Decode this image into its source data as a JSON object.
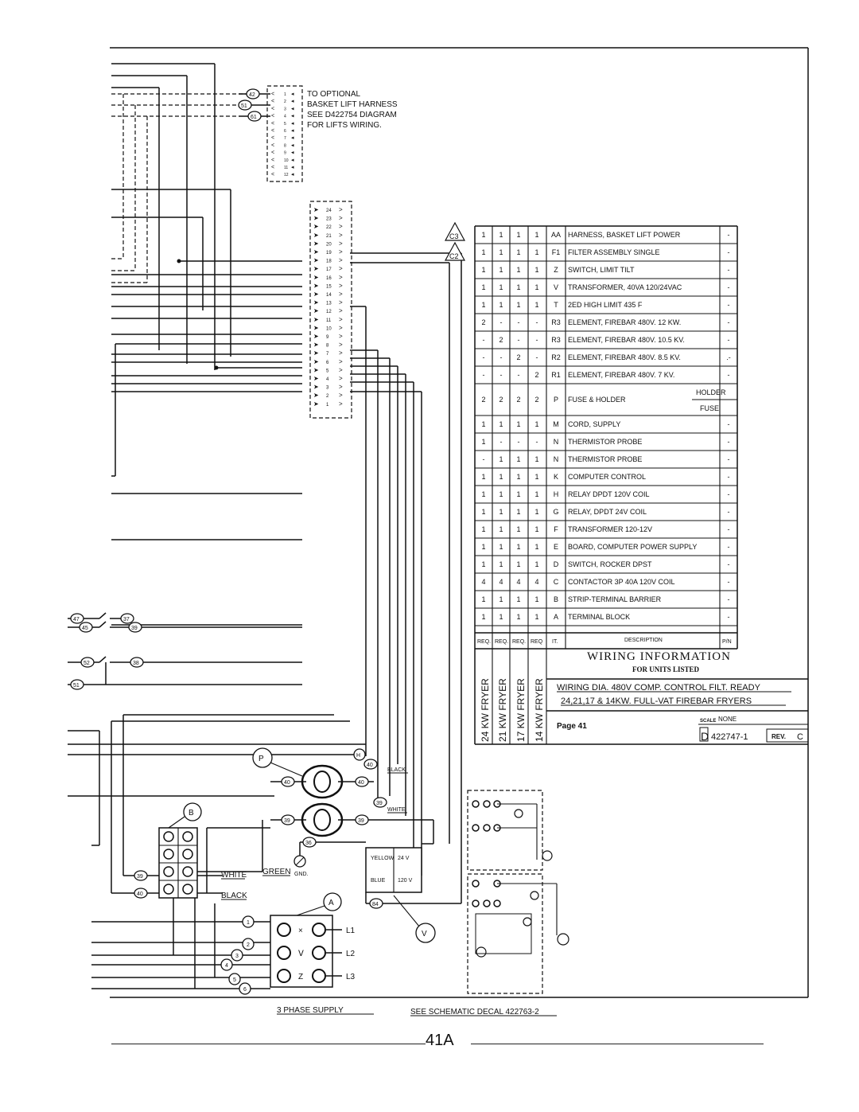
{
  "optional_note": [
    "TO OPTIONAL",
    "BASKET LIFT HARNESS",
    "SEE D422754 DIAGRAM",
    "FOR LIFTS WIRING."
  ],
  "wire_labels": {
    "w42": "42",
    "w51": "51",
    "w61": "61",
    "w47": "47",
    "w45": "45",
    "w37": "37",
    "w39a": "39",
    "w52": "52",
    "w38": "38",
    "w51b": "51",
    "w40": "40",
    "w40b": "40",
    "w39b": "39",
    "w39c": "39",
    "w39d": "39",
    "w40c": "40",
    "w36": "36",
    "w84": "84"
  },
  "connector_pins_small": [
    "1",
    "2",
    "3",
    "4",
    "5",
    "6",
    "7",
    "8",
    "9",
    "10",
    "11",
    "12"
  ],
  "connector_pins_large": [
    "24",
    "23",
    "22",
    "21",
    "20",
    "19",
    "18",
    "17",
    "16",
    "15",
    "14",
    "13",
    "12",
    "11",
    "10",
    "9",
    "8",
    "7",
    "6",
    "5",
    "4",
    "3",
    "2",
    "1"
  ],
  "callouts": {
    "c3": "C3",
    "c2": "C2",
    "p": "P",
    "h": "H",
    "b": "B",
    "a": "A",
    "v": "V"
  },
  "terms": [
    "1",
    "2",
    "3",
    "4",
    "5",
    "6"
  ],
  "phase_labels": [
    "L1",
    "L2",
    "L3"
  ],
  "wire_color_labels": {
    "black": "BLACK",
    "white": "WHITE",
    "green": "GREEN",
    "gnd": "GND.",
    "white2": "WHITE",
    "black2": "BLACK"
  },
  "transformer_labels": [
    "YELLOW",
    "BLUE",
    "24 V",
    "120 V"
  ],
  "bottom_labels": {
    "supply": "3 PHASE SUPPLY",
    "schematic": "SEE SCHEMATIC DECAL 422763-2"
  },
  "parts_table": {
    "rows": [
      {
        "q": [
          "1",
          "1",
          "1",
          "1"
        ],
        "item": "AA",
        "desc": "HARNESS, BASKET LIFT POWER",
        "pn": "-"
      },
      {
        "q": [
          "1",
          "1",
          "1",
          "1"
        ],
        "item": "F1",
        "desc": "FILTER ASSEMBLY SINGLE",
        "pn": "-"
      },
      {
        "q": [
          "1",
          "1",
          "1",
          "1"
        ],
        "item": "Z",
        "desc": "SWITCH, LIMIT TILT",
        "pn": "-"
      },
      {
        "q": [
          "1",
          "1",
          "1",
          "1"
        ],
        "item": "V",
        "desc": "TRANSFORMER, 40VA 120/24VAC",
        "pn": "-"
      },
      {
        "q": [
          "1",
          "1",
          "1",
          "1"
        ],
        "item": "T",
        "desc": "2ED HIGH LIMIT 435 F",
        "pn": "-"
      },
      {
        "q": [
          "2",
          "-",
          "-",
          "-"
        ],
        "item": "R3",
        "desc": "ELEMENT, FIREBAR 480V. 12 KW.",
        "pn": "-"
      },
      {
        "q": [
          "-",
          "2",
          "-",
          "-"
        ],
        "item": "R3",
        "desc": "ELEMENT, FIREBAR 480V. 10.5 KV.",
        "pn": "-"
      },
      {
        "q": [
          "-",
          "-",
          "2",
          "-"
        ],
        "item": "R2",
        "desc": "ELEMENT, FIREBAR 480V. 8.5 KV.",
        "pn": ".-"
      },
      {
        "q": [
          "-",
          "-",
          "-",
          "2"
        ],
        "item": "R1",
        "desc": "ELEMENT, FIREBAR 480V. 7 KV.",
        "pn": "-"
      },
      {
        "q": [
          "2",
          "2",
          "2",
          "2"
        ],
        "item": "P",
        "desc": "FUSE & HOLDER",
        "pn": "",
        "sub": [
          "HOLDER",
          "FUSE"
        ]
      },
      {
        "q": [
          "1",
          "1",
          "1",
          "1"
        ],
        "item": "M",
        "desc": "CORD, SUPPLY",
        "pn": "-"
      },
      {
        "q": [
          "1",
          "-",
          "-",
          "-"
        ],
        "item": "N",
        "desc": "THERMISTOR PROBE",
        "pn": "-"
      },
      {
        "q": [
          "-",
          "1",
          "1",
          "1"
        ],
        "item": "N",
        "desc": "THERMISTOR PROBE",
        "pn": "-"
      },
      {
        "q": [
          "1",
          "1",
          "1",
          "1"
        ],
        "item": "K",
        "desc": "COMPUTER CONTROL",
        "pn": "-"
      },
      {
        "q": [
          "1",
          "1",
          "1",
          "1"
        ],
        "item": "H",
        "desc": "RELAY DPDT 120V COIL",
        "pn": "-"
      },
      {
        "q": [
          "1",
          "1",
          "1",
          "1"
        ],
        "item": "G",
        "desc": "RELAY, DPDT 24V COIL",
        "pn": "-"
      },
      {
        "q": [
          "1",
          "1",
          "1",
          "1"
        ],
        "item": "F",
        "desc": "TRANSFORMER 120-12V",
        "pn": "-"
      },
      {
        "q": [
          "1",
          "1",
          "1",
          "1"
        ],
        "item": "E",
        "desc": "BOARD, COMPUTER POWER SUPPLY",
        "pn": "-"
      },
      {
        "q": [
          "1",
          "1",
          "1",
          "1"
        ],
        "item": "D",
        "desc": "SWITCH, ROCKER DPST",
        "pn": "-"
      },
      {
        "q": [
          "4",
          "4",
          "4",
          "4"
        ],
        "item": "C",
        "desc": "CONTACTOR 3P 40A 120V COIL",
        "pn": "-"
      },
      {
        "q": [
          "1",
          "1",
          "1",
          "1"
        ],
        "item": "B",
        "desc": "STRIP-TERMINAL BARRIER",
        "pn": "-"
      },
      {
        "q": [
          "1",
          "1",
          "1",
          "1"
        ],
        "item": "A",
        "desc": "TERMINAL BLOCK",
        "pn": "-"
      }
    ],
    "header": {
      "req": [
        "REQ.",
        "REQ.",
        "REQ.",
        "REQ"
      ],
      "it": "IT.",
      "desc": "DESCRIPTION",
      "pn": "P/N"
    },
    "vertical": [
      "24 KW FRYER",
      "21 KW FRYER",
      "17 KW FRYER",
      "14 KW FRYER"
    ],
    "title": "WIRING INFORMATION",
    "subtitle": "FOR UNITS LISTED",
    "desc_line1": "WIRING DIA. 480V COMP. CONTROL FILT. READY",
    "desc_line2": "24,21,17 & 14KW. FULL-VAT FIREBAR FRYERS",
    "page": "Page 41",
    "scale_label": "SCALE",
    "scale_value": "NONE",
    "dwg_letter": "D",
    "dwg_number": "422747-1",
    "rev_label": "REV.",
    "rev_value": "C"
  },
  "page_number": "41A"
}
